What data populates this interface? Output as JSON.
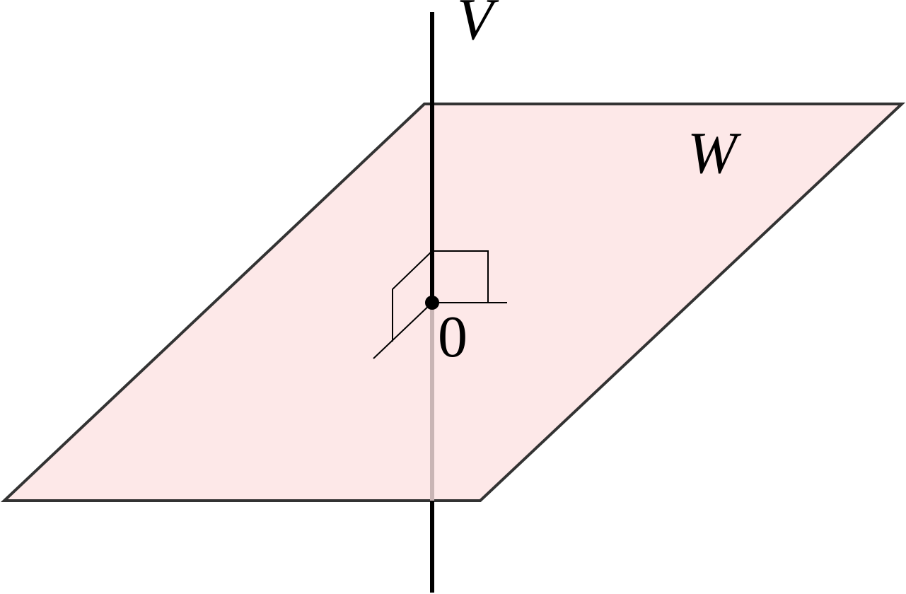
{
  "labels": {
    "line": "V",
    "plane": "W",
    "origin": "0"
  },
  "colors": {
    "plane_fill": "#fde8e8",
    "plane_edge": "#333333",
    "line": "#000000",
    "line_hidden": "#c9b5b5"
  }
}
